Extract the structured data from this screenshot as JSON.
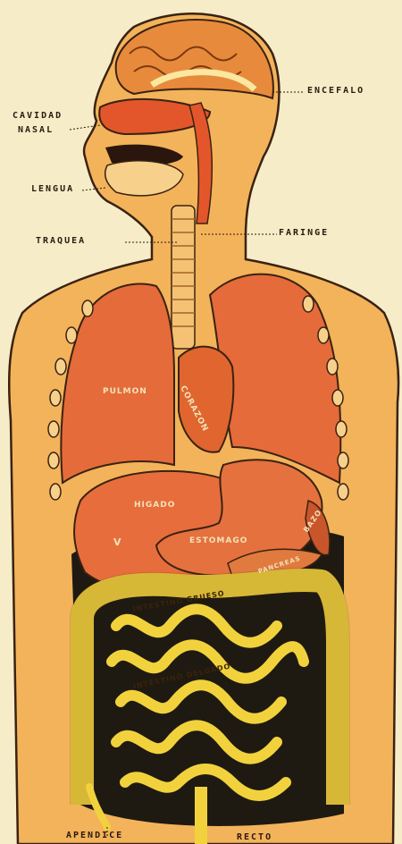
{
  "labels": {
    "encefalo": "ENCEFALO",
    "cavidad_nasal_1": "CAVIDAD",
    "cavidad_nasal_2": "NASAL",
    "lengua": "LENGUA",
    "traquea": "TRAQUEA",
    "faringe": "FARINGE",
    "apendice": "APENDICE",
    "recto": "RECTO"
  },
  "organs": {
    "pulmon": "PULMON",
    "corazon": "CORAZON",
    "higado": "HIGADO",
    "v": "V",
    "estomago": "ESTOMAGO",
    "bazo": "BAZO",
    "pancreas": "PANCREAS",
    "intestino_grueso": "INTESTINO GRUESO",
    "intestino_delgado": "INTESTINO DELGADO"
  },
  "colors": {
    "skin": "#f3b35a",
    "lung": "#e56b3a",
    "liver": "#e86d3c",
    "intestine": "#f2d23c",
    "cavity": "#1e1a12",
    "outline": "#3a2212"
  }
}
